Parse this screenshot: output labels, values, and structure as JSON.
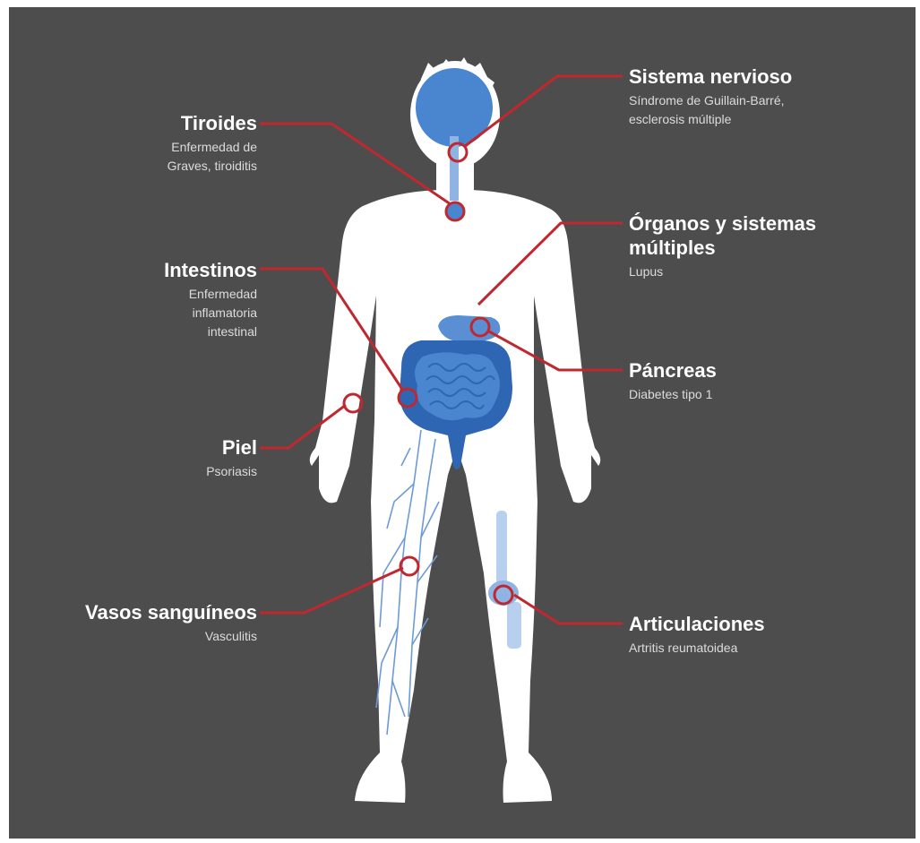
{
  "labels": {
    "nervioso": {
      "title": "Sistema nervioso",
      "desc1": "Síndrome de Guillain-Barré,",
      "desc2": "esclerosis múltiple"
    },
    "tiroides": {
      "title": "Tiroides",
      "desc1": "Enfermedad de",
      "desc2": "Graves, tiroiditis"
    },
    "organos": {
      "title1": "Órganos y sistemas",
      "title2": "múltiples",
      "desc": "Lupus"
    },
    "intestinos": {
      "title": "Intestinos",
      "desc1": "Enfermedad",
      "desc2": "inflamatoria",
      "desc3": "intestinal"
    },
    "pancreas": {
      "title": "Páncreas",
      "desc": "Diabetes tipo 1"
    },
    "piel": {
      "title": "Piel",
      "desc": "Psoriasis"
    },
    "vasos": {
      "title": "Vasos sanguíneos",
      "desc": "Vasculitis"
    },
    "articulaciones": {
      "title": "Articulaciones",
      "desc": "Artritis reumatoidea"
    }
  },
  "colors": {
    "background": "#4d4d4e",
    "body": "#ffffff",
    "organ": "#4a86d0",
    "organ_dark": "#2f66b3",
    "leader": "#c0282f"
  }
}
